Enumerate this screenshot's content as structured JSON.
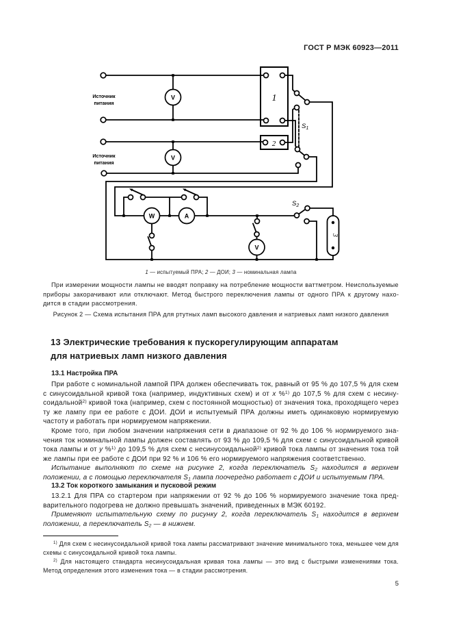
{
  "page": {
    "header": "ГОСТ Р МЭК 60923—2011",
    "number": "5"
  },
  "figure": {
    "labels": {
      "source1_line1": "Источник",
      "source1_line2": "питания",
      "source2_line1": "Источник",
      "source2_line2": "питания",
      "voltmeter1": "V",
      "voltmeter2": "V",
      "voltmeter3": "V",
      "wattmeter": "W",
      "ammeter": "A",
      "box1": "1",
      "box2": "2",
      "lamp": "3",
      "switch1": "S",
      "switch1_sub": "1",
      "switch2": "S",
      "switch2_sub": "2"
    },
    "legend_html": "<i>1</i> — испытуемый ПРА; <i>2</i> — ДОИ; <i>3</i> — номинальная лампа",
    "note": "При измерении мощности лампы не вводят поправку на потребление мощности ваттметром. Неиспользуе­мые приборы закорачивают или отключают. Метод быстрого переключения лампы от одного ПРА к другому нахо­дится в стадии рассмотрения.",
    "caption": "Рисунок 2 — Схема испытания ПРА для ртутных ламп высокого давления и натриевых ламп низкого давления"
  },
  "section13": {
    "heading_line1": "13 Электрические требования к пускорегулирующим аппаратам",
    "heading_line2": "для натриевых ламп низкого давления",
    "s131": {
      "heading": "13.1 Настройка ПРА",
      "para1_html": "При работе с номинальной лампой ПРА должен обеспечивать ток, равный от 95 % до 107,5 % для схем с синусоидальной кривой тока (например, индуктивных схем) и от <i>x</i> %<sup>1)</sup> до 107,5 % для схем с несину­соидальной<sup>2)</sup> кривой тока (например, схем с постоянной мощностью) от значения тока, проходящего через ту же лампу при ее работе с ДОИ. ДОИ и испытуемый ПРА должны иметь одинаковую нормируе­мую частоту и работать при нормируемом напряжении.",
      "para2_html": "Кроме того, при любом значении напряжения сети в диапазоне от 92 % до 106 % нормируемого зна­чения ток номинальной лампы должен составлять от 93 % до 109,5 % для схем с синусоидальной кривой тока лампы и от <i>y</i> %<sup>1)</sup> до 109,5 % для схем с несинусоидальной<sup>2)</sup> кривой тока лампы от значения тока той же лампы при ее работе с ДОИ при 92 % и 106 % его нормируемого напряжения соответственно.",
      "para3_html": "Испытание выполняют по схеме на рисунке 2, когда переключатель S<sub>2</sub> находится в верхнем положении, а с помощью переключателя S<sub>1</sub> лампа поочередно работает с ДОИ и испытуемым ПРА."
    },
    "s132": {
      "heading": "13.2 Ток короткого замыкания и пусковой режим",
      "para1_html": "13.2.1 Для ПРА со стартером при напряжении от 92 % до 106 % нормируемого значение тока пред­варительного подогрева не должно превышать значений, приведенных в МЭК 60192.",
      "para2_html": "Применяют испытательную схему по рисунку 2, когда переключатель S<sub>1</sub> находится в верхнем положении, а переключатель S<sub>2</sub> — в нижнем."
    }
  },
  "footnotes": {
    "fn1_html": "<sup>1)</sup> Для схем с несинусоидальной кривой тока лампы рассматривают значение минимального тока, меньшее чем для схемы с синусоидальной кривой тока лампы.",
    "fn2_html": "<sup>2)</sup> Для настоящего стандарта несинусоидальная кривая тока лампы — это вид с быстрыми изменениями тока. Метод определения этого изменения тока — в стадии рассмотрения."
  }
}
